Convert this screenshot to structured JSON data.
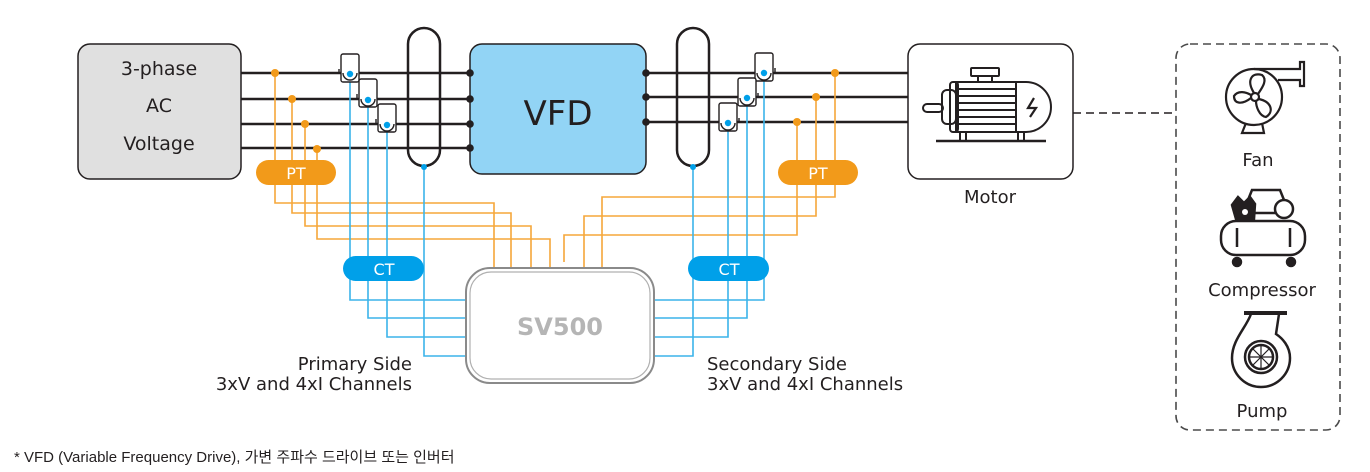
{
  "colors": {
    "wire": "#231f20",
    "pt": "#f29a1a",
    "pt_wire": "#f5a73a",
    "ct": "#00a0e9",
    "ct_wire": "#3bb4ea",
    "vfd_fill": "#92d4f5",
    "source_fill": "#e0e0e0",
    "device_text": "#b5b5b5"
  },
  "source": {
    "lines": [
      "3-phase",
      "AC",
      "Voltage"
    ]
  },
  "vfd": {
    "label": "VFD"
  },
  "motor": {
    "label": "Motor",
    "icon": "electric-motor-icon"
  },
  "pt_primary": {
    "label": "PT"
  },
  "pt_secondary": {
    "label": "PT"
  },
  "ct_primary": {
    "label": "CT"
  },
  "ct_secondary": {
    "label": "CT"
  },
  "device": {
    "label": "SV500"
  },
  "primary_side": {
    "line1": "Primary Side",
    "line2": "3xV and 4xI Channels"
  },
  "secondary_side": {
    "line1": "Secondary Side",
    "line2": "3xV and 4xI Channels"
  },
  "loads": [
    {
      "label": "Fan",
      "icon": "fan-icon"
    },
    {
      "label": "Compressor",
      "icon": "compressor-icon"
    },
    {
      "label": "Pump",
      "icon": "pump-icon"
    }
  ],
  "footnote": "* VFD (Variable Frequency Drive), 가변 주파수 드라이브 또는 인버터"
}
